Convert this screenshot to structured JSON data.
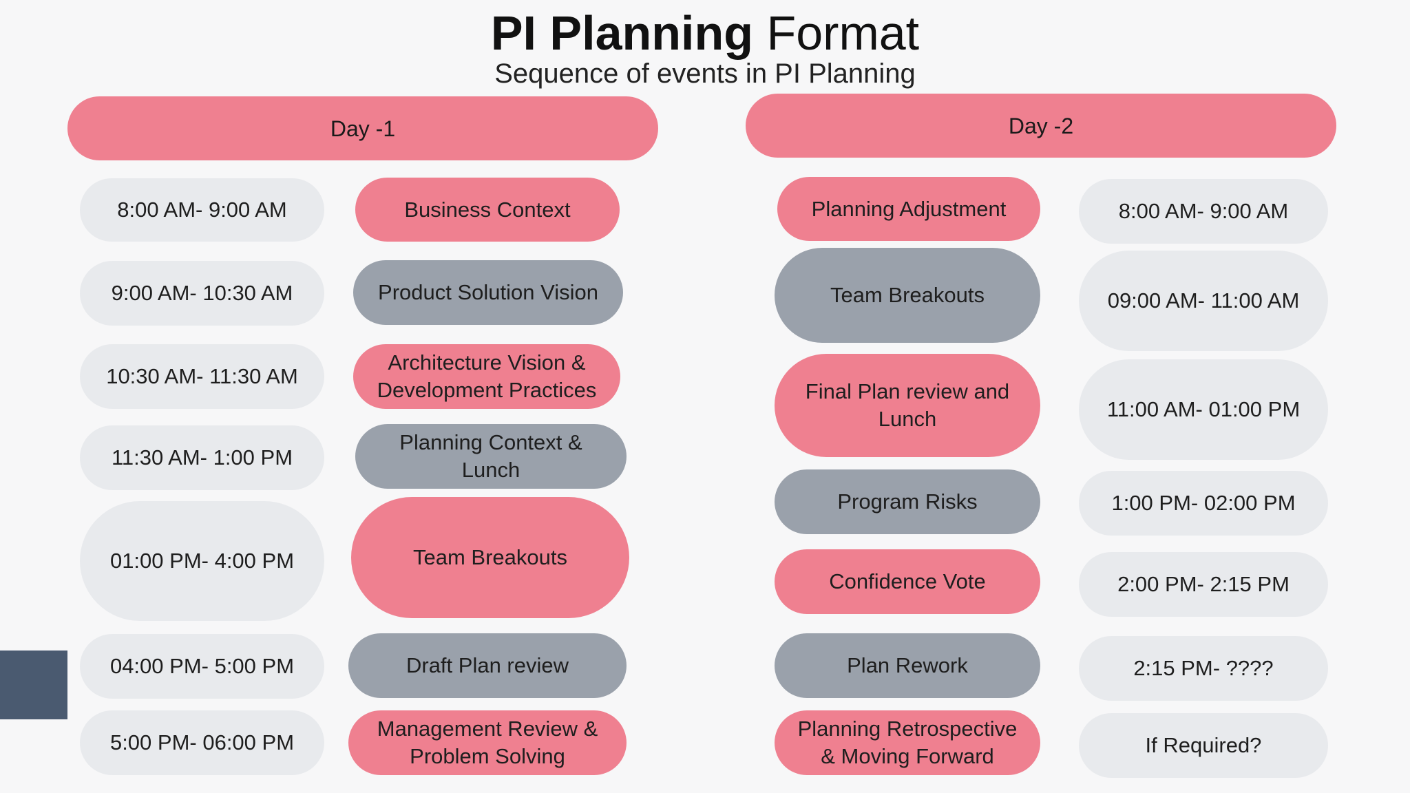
{
  "title": {
    "bold": "PI Planning",
    "light": "Format"
  },
  "subtitle": "Sequence of events in PI Planning",
  "day1": {
    "header": "Day -1",
    "times": [
      "8:00 AM- 9:00 AM",
      "9:00 AM- 10:30 AM",
      "10:30 AM- 11:30 AM",
      "11:30 AM- 1:00 PM",
      "01:00 PM- 4:00 PM",
      "04:00 PM- 5:00 PM",
      "5:00 PM- 06:00 PM"
    ],
    "events": [
      "Business Context",
      "Product Solution Vision",
      "Architecture Vision & Development Practices",
      "Planning Context & Lunch",
      "Team Breakouts",
      "Draft Plan review",
      "Management Review & Problem Solving"
    ]
  },
  "day2": {
    "header": "Day -2",
    "events": [
      "Planning Adjustment",
      "Team Breakouts",
      "Final Plan review and Lunch",
      "Program Risks",
      "Confidence Vote",
      "Plan Rework",
      "Planning Retrospective & Moving Forward"
    ],
    "times": [
      "8:00 AM- 9:00 AM",
      "09:00 AM- 11:00 AM",
      "11:00 AM- 01:00 PM",
      "1:00 PM- 02:00 PM",
      "2:00 PM- 2:15 PM",
      "2:15 PM- ????",
      "If Required?"
    ]
  },
  "colors": {
    "pink": "#ef8090",
    "gray": "#9aa1ab",
    "light": "#e8eaed",
    "navy": "#4a5a70"
  }
}
